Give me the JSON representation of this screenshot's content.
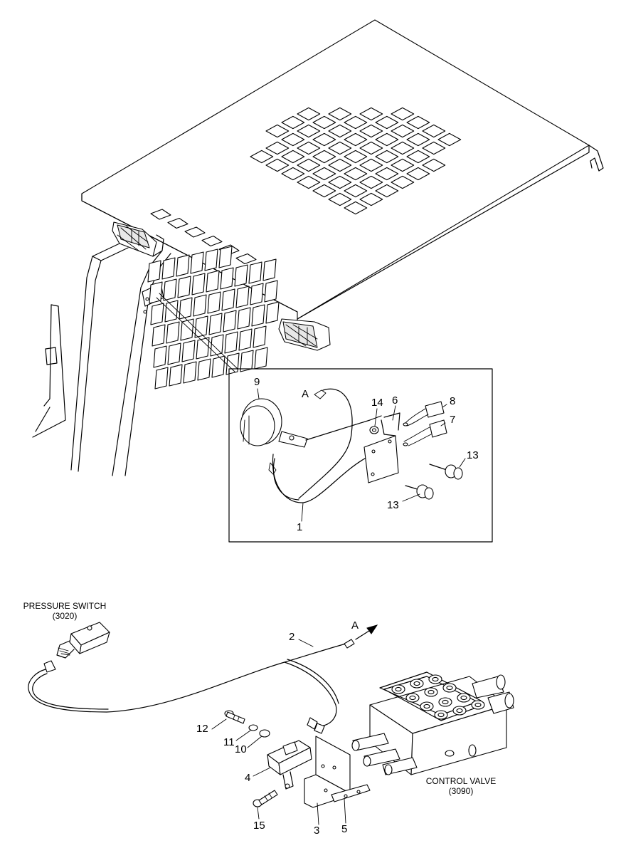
{
  "labels": {
    "p9": "9",
    "pA_top": "A",
    "p14": "14",
    "p6": "6",
    "p8": "8",
    "p7": "7",
    "p13a": "13",
    "p13b": "13",
    "p1": "1",
    "p2": "2",
    "pA_bottom": "A",
    "p12": "12",
    "p11": "11",
    "p10": "10",
    "p4": "4",
    "p15": "15",
    "p3": "3",
    "p5": "5"
  },
  "callouts": {
    "pressure_switch": {
      "name": "PRESSURE SWITCH",
      "ref": "(3020)"
    },
    "control_valve": {
      "name": "CONTROL VALVE",
      "ref": "(3090)"
    }
  },
  "colors": {
    "line": "#000000",
    "background": "#ffffff"
  }
}
